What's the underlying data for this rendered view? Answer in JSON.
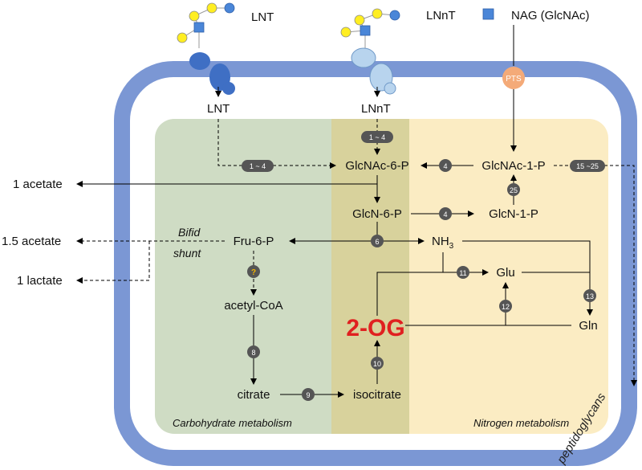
{
  "transporters": {
    "lnt": "LNT",
    "lnnt": "LNnT",
    "nag": "NAG (GlcNAc)",
    "pts": "PTS"
  },
  "metabolites": {
    "lnt_in": "LNT",
    "lnnt_in": "LNnT",
    "glcnac6p": "GlcNAc-6-P",
    "glcnac1p": "GlcNAc-1-P",
    "glcn6p": "GlcN-6-P",
    "glcn1p": "GlcN-1-P",
    "fru6p": "Fru-6-P",
    "nh3_base": "NH",
    "nh3_sub": "3",
    "glu": "Glu",
    "gln": "Gln",
    "acetylcoa": "acetyl-CoA",
    "citrate": "citrate",
    "isocitrate": "isocitrate",
    "og2": "2-OG"
  },
  "outputs": {
    "acetate1": "1 acetate",
    "acetate15": "1.5 acetate",
    "lactate": "1 lactate"
  },
  "bifid_shunt": [
    "Bifid",
    "shunt"
  ],
  "regions": {
    "carbohydrate": "Carbohydrate metabolism",
    "nitrogen": "Nitrogen metabolism",
    "wall": "peptidoglycans"
  },
  "steps": {
    "s14a": "1 ~ 4",
    "s14b": "1 ~ 4",
    "s1525": "15 ~25",
    "s4a": "4",
    "s4b": "4",
    "s25": "25",
    "s6": "6",
    "s11": "11",
    "s12": "12",
    "s13": "13",
    "s8": "8",
    "s9": "9",
    "s10": "10",
    "sq": "?"
  },
  "colors": {
    "wall": "#7b97d4",
    "carb_region": "#cfdcc4",
    "nitro_region": "#fbecc3",
    "overlap_region": "#d8d29c",
    "step_badge": "#555555",
    "og2_text": "#e02020",
    "pts": "#f4aa78",
    "glycan_yellow": "#ffee22",
    "glycan_blue": "#4a86d8",
    "lnt_transporter": "#3f6fc4",
    "lnnt_transporter": "#b8d4ee"
  }
}
